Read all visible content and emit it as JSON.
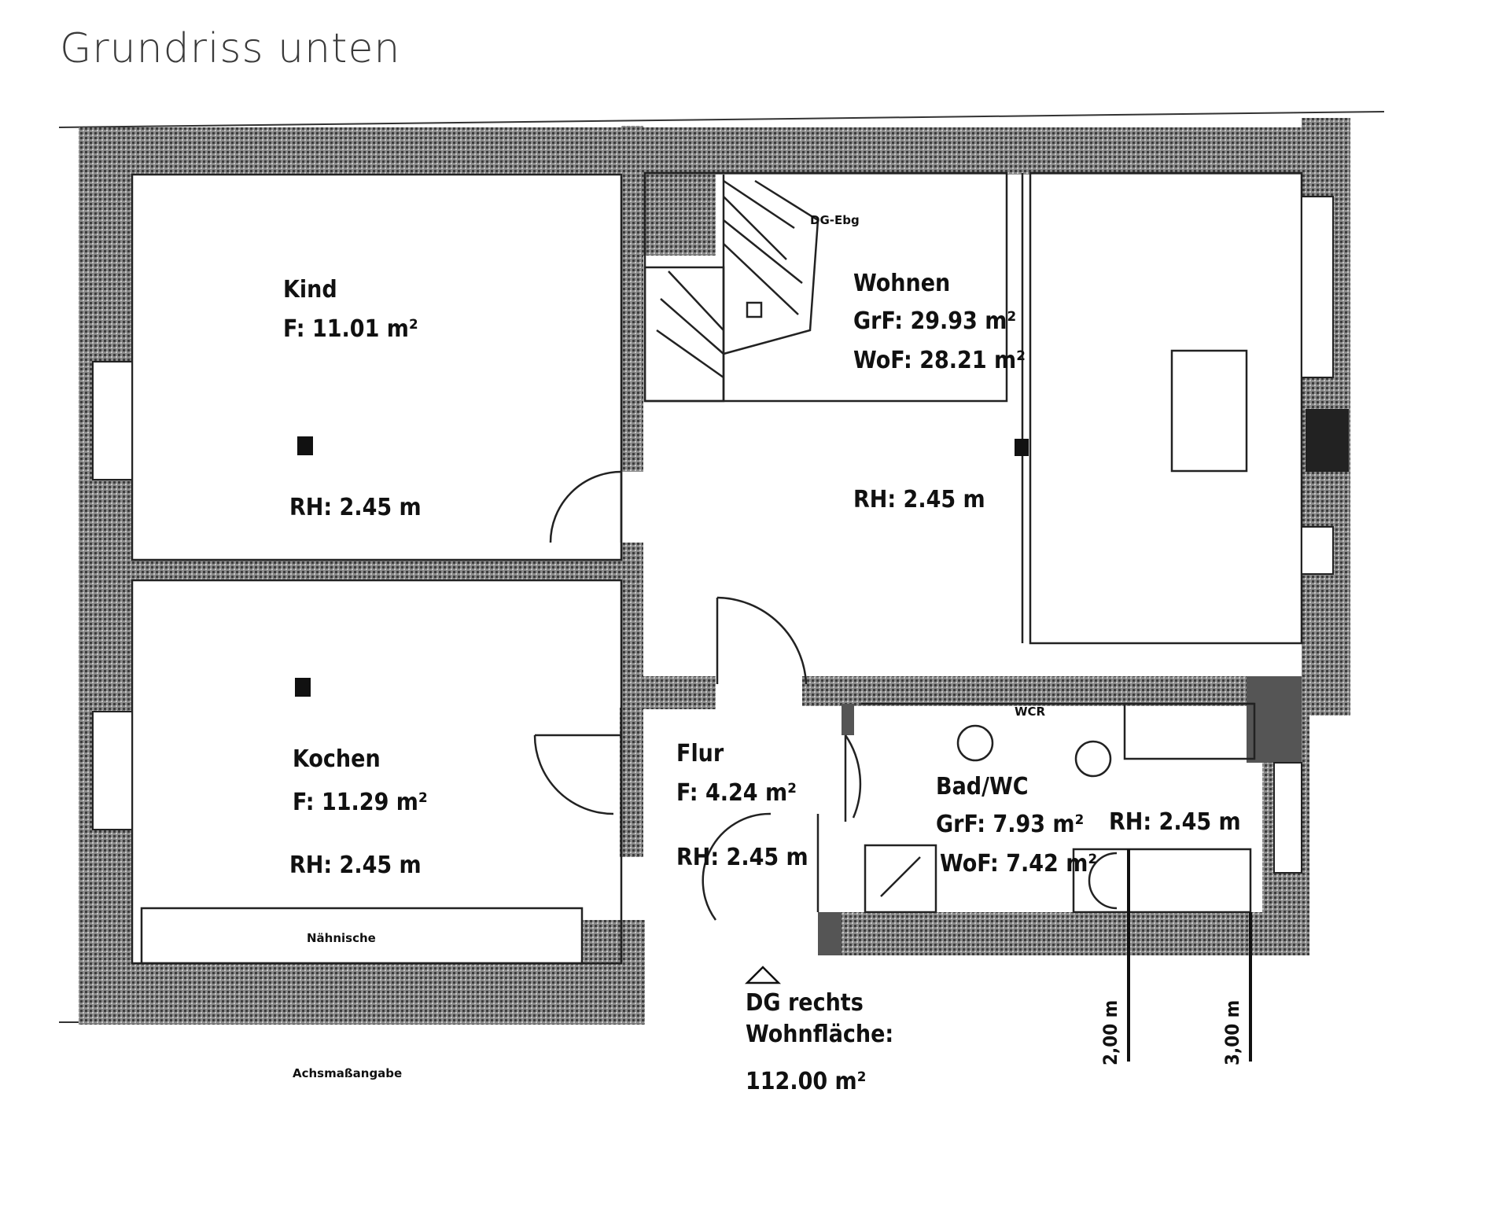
{
  "title": "Grundriss unten",
  "rooms": {
    "kind": {
      "name": "Kind",
      "area": "F: 11.01 m²",
      "height": "RH: 2.45 m"
    },
    "wohnen": {
      "name": "Wohnen",
      "gross_area": "GrF: 29.93 m²",
      "living_area": "WoF: 28.21 m²",
      "height": "RH: 2.45 m"
    },
    "kochen": {
      "name": "Kochen",
      "area": "F: 11.29 m²",
      "height": "RH: 2.45 m",
      "niche": "Nähnische"
    },
    "flur": {
      "name": "Flur",
      "area": "F: 4.24 m²",
      "height": "RH: 2.45 m"
    },
    "bad": {
      "name": "Bad/WC",
      "gross_area": "GrF: 7.93 m²",
      "living_area": "WoF: 7.42 m²",
      "height": "RH: 2.45 m"
    }
  },
  "stair_label": "DG-Ebg",
  "bath_top_label": "WCR",
  "unit": {
    "line1": "DG rechts",
    "line2": "Wohnfläche:",
    "line3": "112.00 m²"
  },
  "dimensions": {
    "a": "2,00 m",
    "b": "3,00 m"
  },
  "footer_label": "Achsmaßangabe"
}
